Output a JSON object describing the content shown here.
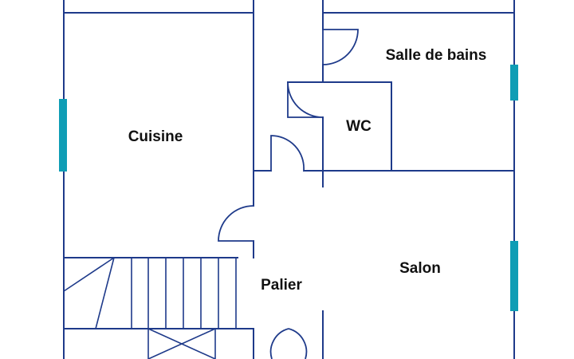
{
  "rooms": {
    "cuisine": "Cuisine",
    "salle_de_bains": "Salle de bains",
    "wc": "WC",
    "salon": "Salon",
    "palier": "Palier"
  },
  "colors": {
    "wall": "#1e3a8a",
    "window": "#0f9db5",
    "background": "#ffffff",
    "label": "#111111"
  }
}
